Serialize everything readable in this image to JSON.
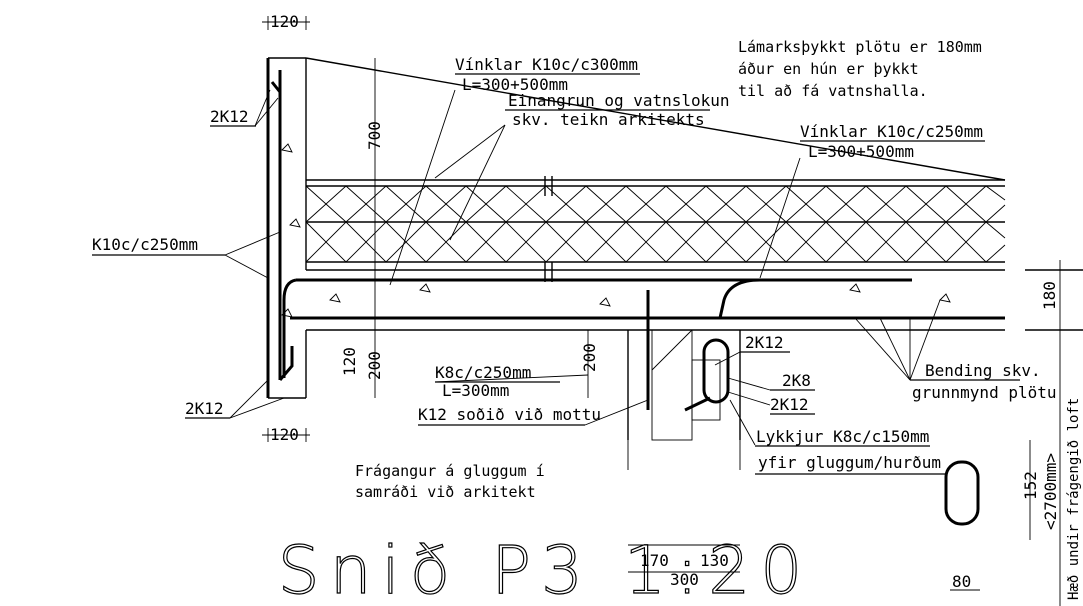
{
  "title": "Snið P3 1:20",
  "notes": {
    "min_thickness": [
      "Lámarksþykkt plötu er 180mm",
      "áður en hún er þykkt",
      "til að fá vatnshalla."
    ],
    "windows": [
      "Frágangur á gluggum í",
      "samráði við arkitekt"
    ]
  },
  "labels": {
    "vinklar_300": "Vínklar K10c/c300mm",
    "vinklar_300_len": "L=300+500mm",
    "insulation_1": "Einangrun og vatnslokun",
    "insulation_2": "skv. teikn arkitekts",
    "vinklar_250": "Vínklar K10c/c250mm",
    "vinklar_250_len": "L=300+500mm",
    "top_2k12": "2K12",
    "wall_k10": "K10c/c250mm",
    "bottom_2k12": "2K12",
    "k8_250": "K8c/c250mm",
    "k8_len": "L=300mm",
    "k12_welded": "K12 soðið við mottu",
    "beam_2k12_top": "2K12",
    "beam_2k8": "2K8",
    "beam_2k12_bot": "2K12",
    "stirrups_1": "Lykkjur K8c/c150mm",
    "stirrups_2": "yfir gluggum/hurðum",
    "bending_1": "Bending skv.",
    "bending_2": "grunnmynd plötu",
    "height_label": "Hæð undir frágengið loft"
  },
  "dimensions": {
    "top_120": "120",
    "bottom_120": "120",
    "d700": "700",
    "d200_left": "200",
    "d120_left": "120",
    "d200_mid": "200",
    "d170": "170",
    "d130": "130",
    "d300": "300",
    "d180": "180",
    "d152": "152",
    "d2700": "<2700mm>",
    "d80": "80"
  }
}
